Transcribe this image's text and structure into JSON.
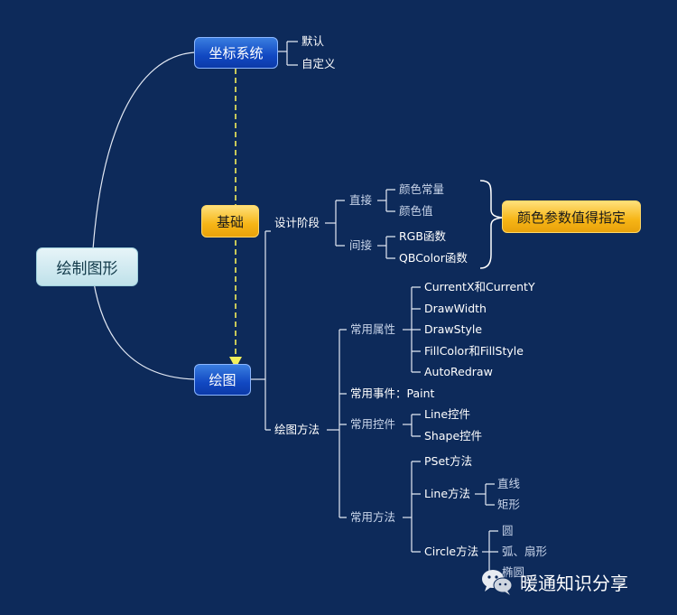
{
  "mindmap": {
    "root": "绘制图形",
    "coord": {
      "label": "坐标系统",
      "children": [
        "默认",
        "自定义"
      ]
    },
    "basic": {
      "label": "基础"
    },
    "draw": {
      "label": "绘图"
    },
    "design": {
      "label": "设计阶段",
      "direct": {
        "label": "直接",
        "children": [
          "颜色常量",
          "颜色值"
        ]
      },
      "indirect": {
        "label": "间接",
        "children": [
          "RGB函数",
          "QBColor函数"
        ]
      }
    },
    "note": "颜色参数值得指定",
    "method": {
      "label": "绘图方法",
      "props": {
        "label": "常用属性",
        "children": [
          "CurrentX和CurrentY",
          "DrawWidth",
          "DrawStyle",
          "FillColor和FillStyle",
          "AutoRedraw"
        ]
      },
      "event": "常用事件：Paint",
      "controls": {
        "label": "常用控件",
        "children": [
          "Line控件",
          "Shape控件"
        ]
      },
      "methods": {
        "label": "常用方法",
        "pset": "PSet方法",
        "line": {
          "label": "Line方法",
          "children": [
            "直线",
            "矩形"
          ]
        },
        "circle": {
          "label": "Circle方法",
          "children": [
            "圆",
            "弧、扇形",
            "椭圆"
          ]
        }
      }
    }
  },
  "watermark": {
    "text": "暖通知识分享",
    "icon": "wechat-icon"
  },
  "colors": {
    "background": "#0d2a5a",
    "line": "#e3e9f4",
    "dashed": "#f4ef5a",
    "node_blue": "#1148c2",
    "node_gold": "#f6b516"
  }
}
